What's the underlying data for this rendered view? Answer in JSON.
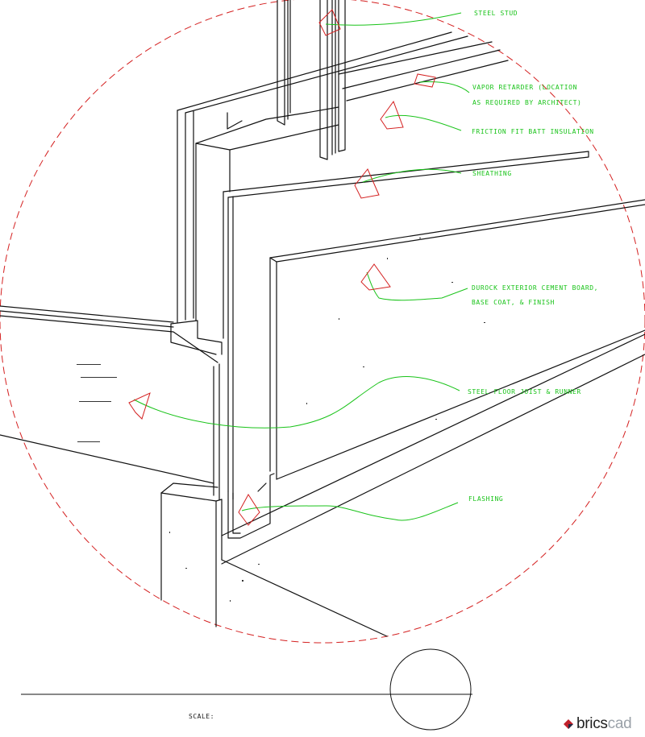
{
  "callouts": [
    {
      "id": "steel-stud",
      "lines": [
        "STEEL STUD"
      ]
    },
    {
      "id": "vapor-retarder",
      "lines": [
        "VAPOR RETARDER (LOCATION",
        "AS REQUIRED BY ARCHITECT)"
      ]
    },
    {
      "id": "batt-insulation",
      "lines": [
        "FRICTION FIT BATT INSULATION"
      ]
    },
    {
      "id": "sheathing",
      "lines": [
        "SHEATHING"
      ]
    },
    {
      "id": "durock-board",
      "lines": [
        "DUROCK EXTERIOR CEMENT BOARD,",
        "BASE COAT, & FINISH"
      ]
    },
    {
      "id": "floor-joist",
      "lines": [
        "STEEL FLOOR JOIST & RUNNER"
      ]
    },
    {
      "id": "flashing",
      "lines": [
        "FLASHING"
      ]
    }
  ],
  "scale": {
    "label": "SCALE:"
  },
  "brand": {
    "name_part1": "brics",
    "name_part2": "cad"
  },
  "colors": {
    "detail_circle": "#d42020",
    "leader": "#19c319",
    "arrow": "#d42020",
    "linework": "#111111",
    "brand_mark": "#c0202a",
    "brand_mark_dark": "#1f2a44"
  }
}
